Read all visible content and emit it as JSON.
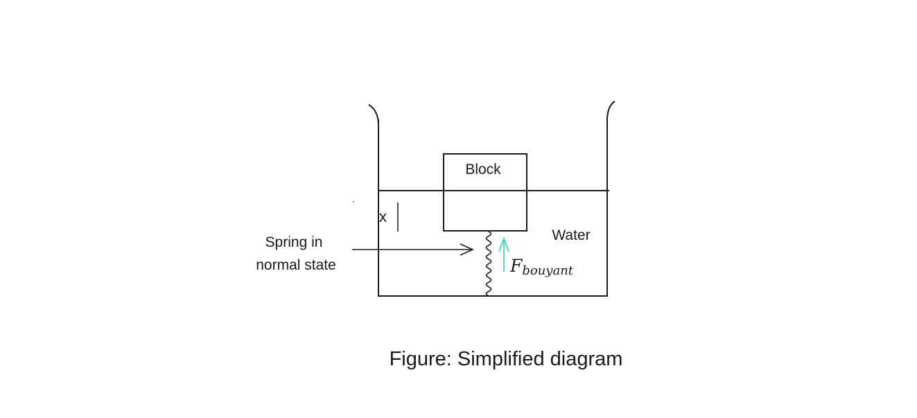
{
  "diagram": {
    "block_label": "Block",
    "water_label": "Water",
    "displacement_label": "x",
    "spring_label_line1": "Spring in",
    "spring_label_line2": "normal state",
    "force_label_main": "F",
    "force_label_sub": "bouyant",
    "caption": "Figure: Simplified diagram",
    "colors": {
      "stroke": "#1a1a1a",
      "force_arrow": "#4fd8c0",
      "background": "#ffffff"
    }
  }
}
